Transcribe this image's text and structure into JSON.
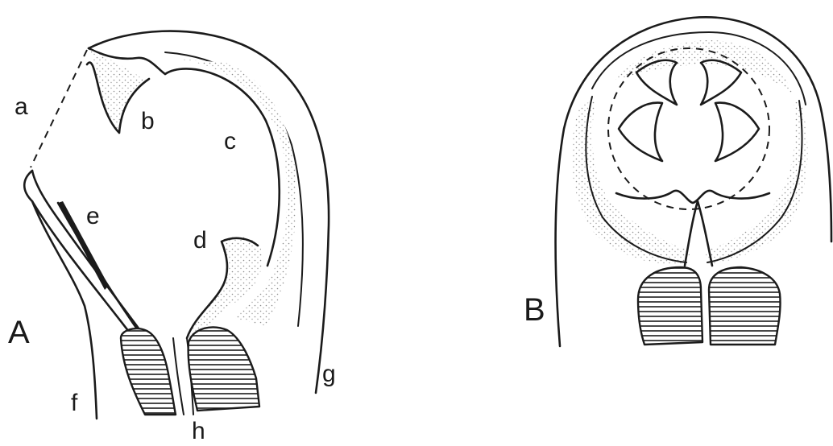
{
  "figure": {
    "panel_a": {
      "panel_label": "A",
      "labels": {
        "a": "a",
        "b": "b",
        "c": "c",
        "d": "d",
        "e": "e",
        "f": "f",
        "g": "g",
        "h": "h"
      }
    },
    "panel_b": {
      "panel_label": "B"
    },
    "colors": {
      "ink": "#1b1b1b",
      "background": "#ffffff",
      "stipple": "#8c8c8c"
    }
  }
}
